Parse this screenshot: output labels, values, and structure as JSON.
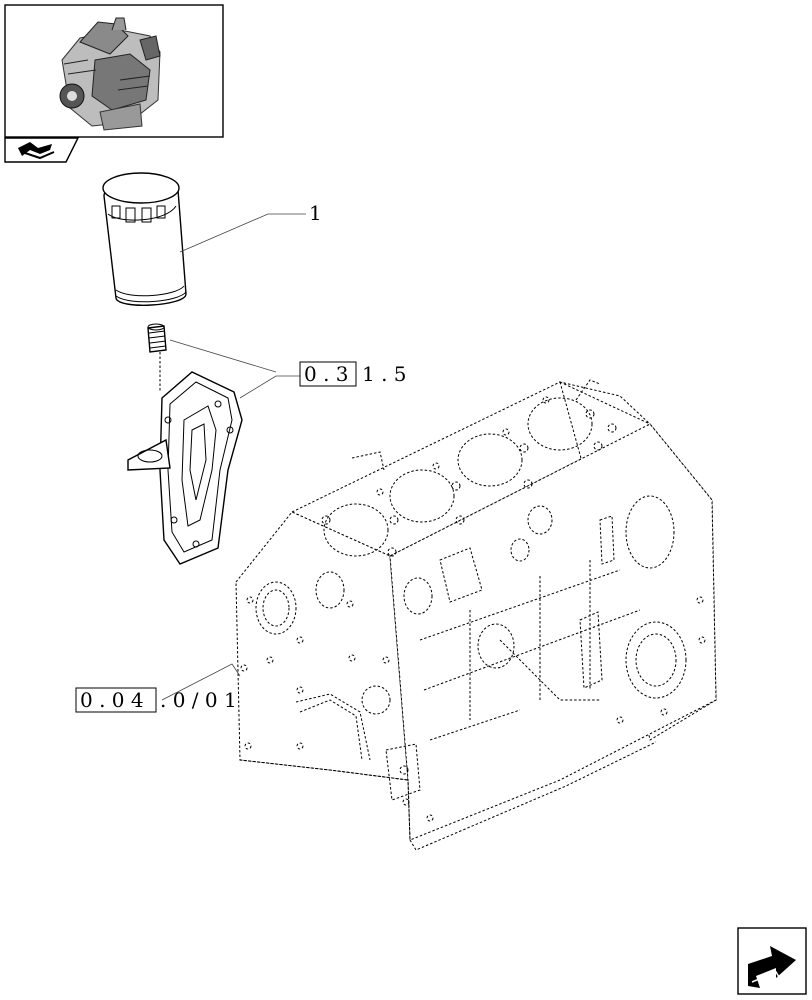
{
  "callouts": {
    "item_1": "1",
    "ref_031_boxed": "0 . 3",
    "ref_031_rest": "1 . 5",
    "ref_004_boxed": "0 . 0 4",
    "ref_004_rest": ". 0 / 0 1"
  },
  "icons": {
    "thumbnail": "engine-thumbnail-icon",
    "section_tab": "section-arrow-icon",
    "next_page": "next-page-arrow-icon"
  }
}
